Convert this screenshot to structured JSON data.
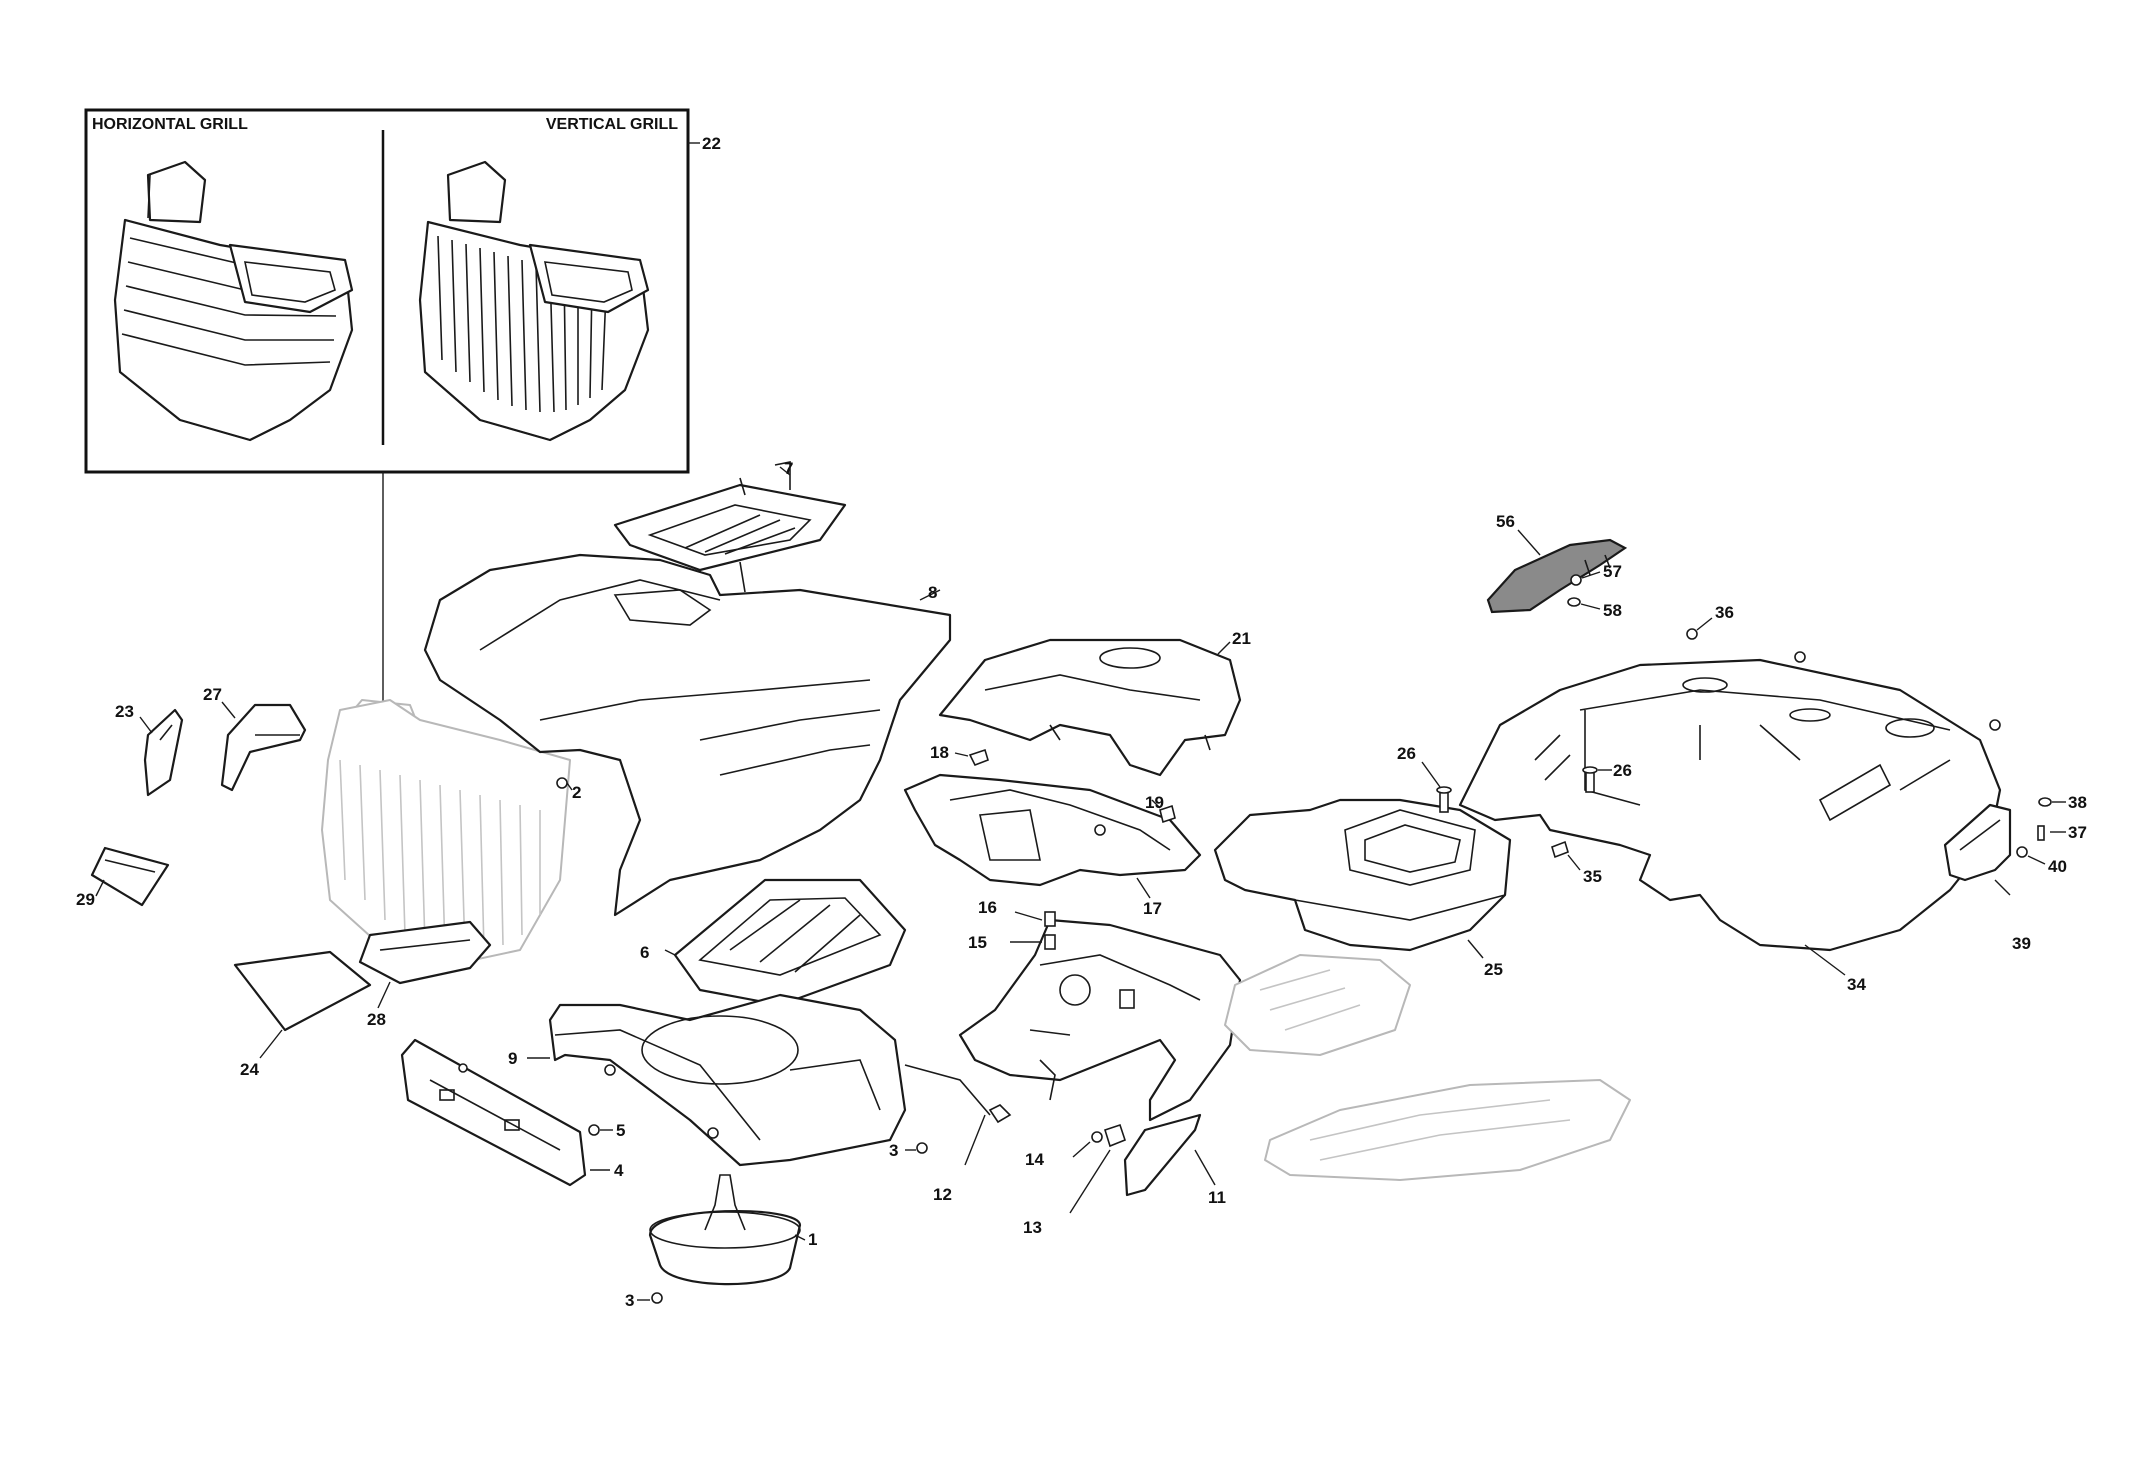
{
  "inset": {
    "left_title": "HORIZONTAL GRILL",
    "right_title": "VERTICAL GRILL",
    "callout": "22"
  },
  "callouts": {
    "c1": "1",
    "c2": "2",
    "c3a": "3",
    "c3b": "3",
    "c4": "4",
    "c5": "5",
    "c6": "6",
    "c7": "7",
    "c8": "8",
    "c9": "9",
    "c11": "11",
    "c12": "12",
    "c13": "13",
    "c14": "14",
    "c15": "15",
    "c16": "16",
    "c17": "17",
    "c18": "18",
    "c19": "19",
    "c21": "21",
    "c23": "23",
    "c24": "24",
    "c25": "25",
    "c26a": "26",
    "c26b": "26",
    "c27": "27",
    "c28": "28",
    "c29": "29",
    "c34": "34",
    "c35": "35",
    "c36": "36",
    "c37": "37",
    "c38": "38",
    "c39": "39",
    "c40": "40",
    "c56": "56",
    "c57": "57",
    "c58": "58"
  },
  "colors": {
    "line": "#1a1a1a",
    "faint": "#b8b8b8",
    "highlight_part": "#8a8a8a"
  }
}
